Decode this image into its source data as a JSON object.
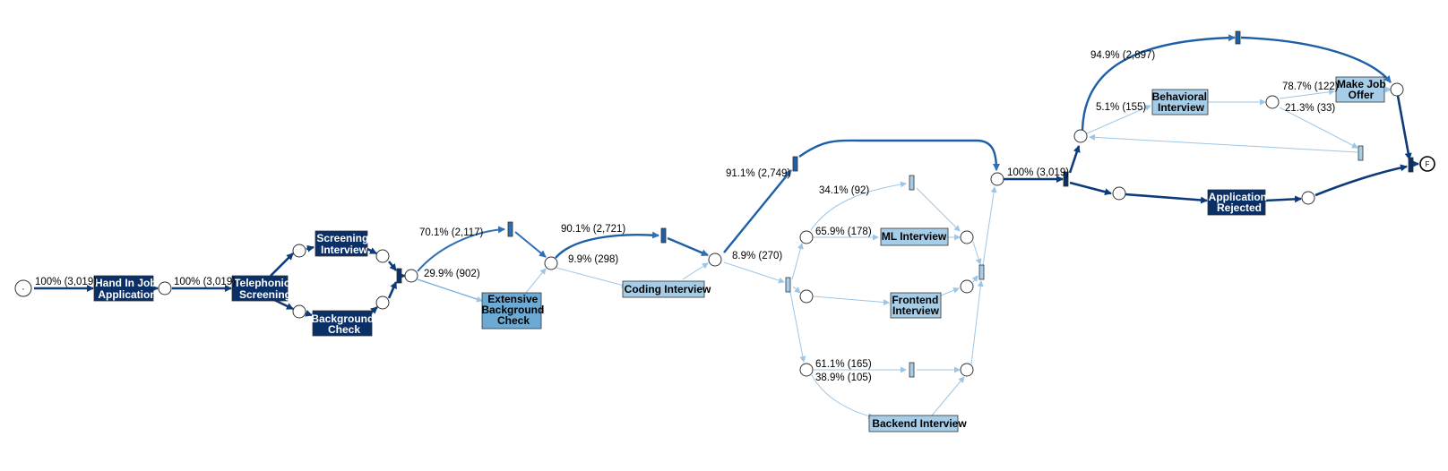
{
  "colors": {
    "dark": "#0b3068",
    "mid": "#1d5fa6",
    "light": "#6aaad4",
    "pale": "#a6cde8",
    "edge_heavy": "#0d3a78",
    "edge_mid": "#2c6fb5",
    "edge_light": "#9dc6e6"
  },
  "places": {
    "start_symbol": "·",
    "end_symbol": "F"
  },
  "activities": {
    "hand_in": [
      "Hand In Job",
      "Application"
    ],
    "telephonic": [
      "Telephonic",
      "Screening"
    ],
    "screening": [
      "Screening",
      "Interview"
    ],
    "background": [
      "Background",
      "Check"
    ],
    "extensive": [
      "Extensive",
      "Background",
      "Check"
    ],
    "coding": [
      "Coding Interview"
    ],
    "ml": [
      "ML Interview"
    ],
    "frontend": [
      "Frontend",
      "Interview"
    ],
    "backend": [
      "Backend Interview"
    ],
    "behavioral": [
      "Behavioral",
      "Interview"
    ],
    "offer": [
      "Make Job",
      "Offer"
    ],
    "rejected": [
      "Application",
      "Rejected"
    ]
  },
  "edge_labels": {
    "start_to_handin": "100% (3,019)",
    "handin_to_tele": "100% (3,019)",
    "to_xor_upper": "70.1% (2,117)",
    "to_extensive": "29.9% (902)",
    "to_xor_coding": "90.1% (2,721)",
    "to_coding": "9.9% (298)",
    "skip_tech": "91.1% (2,749)",
    "to_tech": "8.9% (270)",
    "skip_ml": "34.1% (92)",
    "to_ml": "65.9% (178)",
    "skip_backend": "61.1% (165)",
    "to_backend": "38.9% (105)",
    "after_tech": "100% (3,019)",
    "skip_behavioral": "94.9% (2,897)",
    "to_behavioral": "5.1% (155)",
    "to_offer": "78.7% (122)",
    "back_loop": "21.3% (33)"
  }
}
